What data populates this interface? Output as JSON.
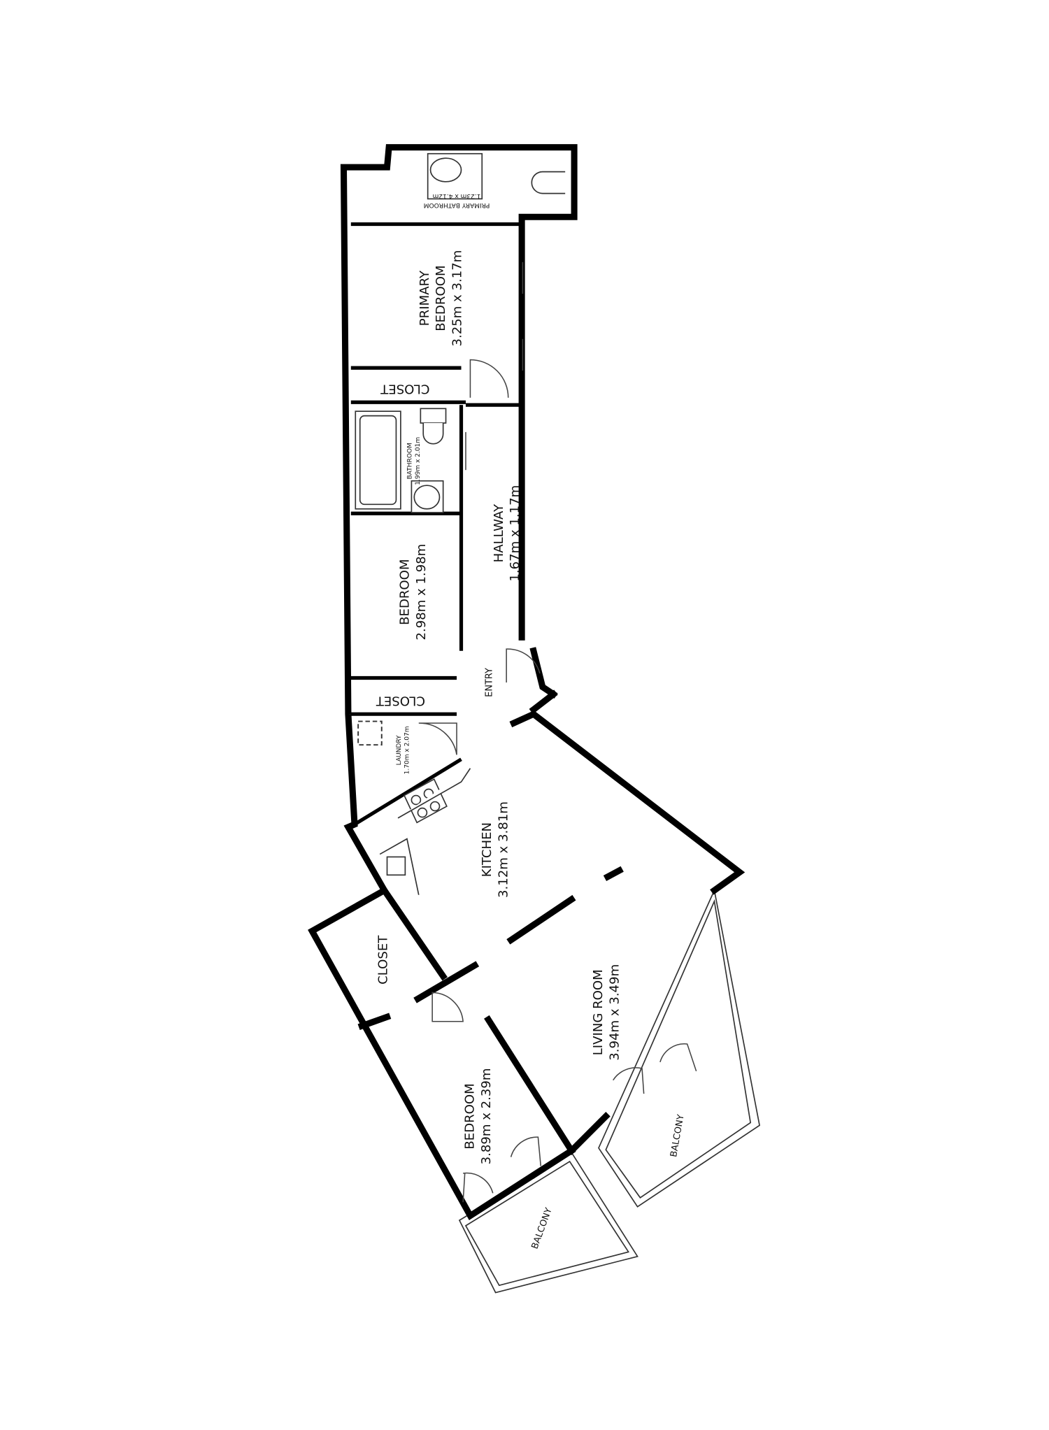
{
  "rooms": {
    "primary_bathroom": {
      "name": "PRIMARY BATHROOM",
      "dims": "1.23m x 4.12m"
    },
    "primary_bedroom": {
      "name_line1": "PRIMARY",
      "name_line2": "BEDROOM",
      "dims": "3.25m x 3.17m"
    },
    "closet_upper": {
      "name": "CLOSET"
    },
    "bathroom": {
      "name": "BATHROOM",
      "dims": "1.99m x 2.01m"
    },
    "hallway": {
      "name": "HALLWAY",
      "dims": "1.67m x 1.17m"
    },
    "bedroom_small": {
      "name": "BEDROOM",
      "dims": "2.98m x 1.98m"
    },
    "closet_middle": {
      "name": "CLOSET"
    },
    "entry": {
      "name": "ENTRY"
    },
    "laundry": {
      "name": "LAUNDRY",
      "dims": "1.70m x 2.07m"
    },
    "kitchen": {
      "name": "KITCHEN",
      "dims": "3.12m x 3.81m"
    },
    "closet_lower": {
      "name": "CLOSET"
    },
    "living_room": {
      "name": "LIVING ROOM",
      "dims": "3.94m x 3.49m"
    },
    "bedroom_large": {
      "name": "BEDROOM",
      "dims": "3.89m x 2.39m"
    },
    "balcony_left": {
      "name": "BALCONY"
    },
    "balcony_right": {
      "name": "BALCONY"
    }
  }
}
